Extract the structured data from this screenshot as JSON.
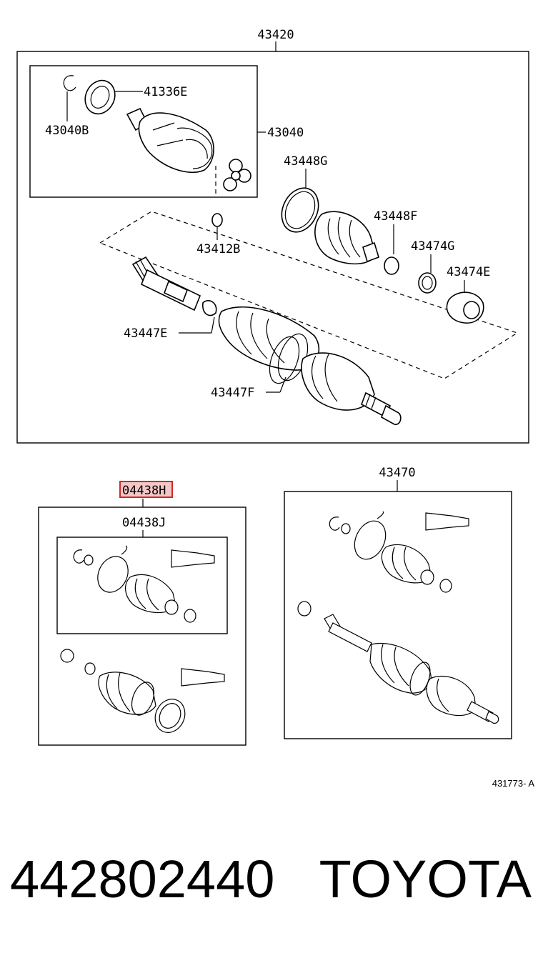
{
  "labels": {
    "assembly_main": "43420",
    "ring_seal": "41336E",
    "snap_ring": "43040B",
    "inboard_joint": "43040",
    "boot_clamp_large": "43448G",
    "boot_clamp_small": "43448F",
    "retainer_ring": "43412B",
    "boot_clip": "43474G",
    "outboard_boot": "43474E",
    "shaft_clamp_a": "43447E",
    "shaft_clamp_b": "43447F",
    "repair_kit_highlight": "04438H",
    "repair_kit_inner": "04438J",
    "assembly_right": "43470",
    "ref_code": "431773- A"
  },
  "footer": {
    "part_number": "442802440",
    "brand": "TOYOTA"
  },
  "colors": {
    "highlight_fill": "#f4c7c7",
    "highlight_stroke": "#cc2a2a",
    "line": "#000000"
  }
}
